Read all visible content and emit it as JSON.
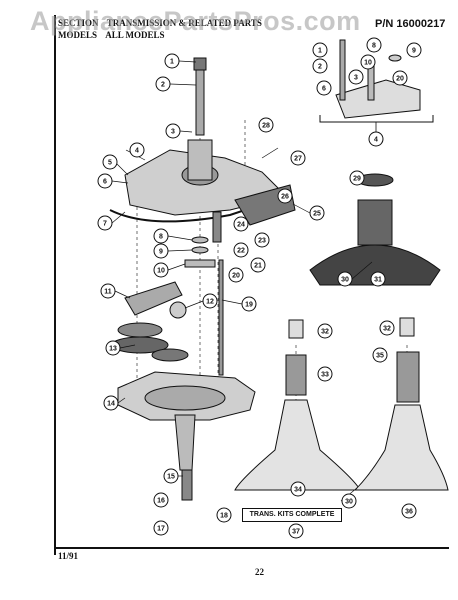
{
  "header": {
    "section_label": "SECTION",
    "section_value": "TRANSMISSION & RELATED PARTS",
    "model_label": "MODELS",
    "model_value": "ALL MODELS",
    "part_number": "P/N 16000217"
  },
  "watermark": "AppliancePartsPros.com",
  "kit_label": "TRANS. KITS COMPLETE",
  "callouts": {
    "c1": "1",
    "c2": "2",
    "c3": "3",
    "c4": "4",
    "c5": "5",
    "c6": "6",
    "c7": "7",
    "c8": "8",
    "c9": "9",
    "c10": "10",
    "c11": "11",
    "c12": "12",
    "c13": "13",
    "c14": "14",
    "c15": "15",
    "c16": "16",
    "c17": "17",
    "c18": "18",
    "c19": "19",
    "c20": "20",
    "c21": "21",
    "c22": "22",
    "c23": "23",
    "c24": "24",
    "c25": "25",
    "c26": "26",
    "c27": "27",
    "c28": "28",
    "c29": "29",
    "c30": "30",
    "c31": "31",
    "c32": "32",
    "c33": "33",
    "c34": "34",
    "c35": "35",
    "c36": "36",
    "c37": "37"
  },
  "footer": {
    "date": "11/91",
    "page": "22"
  }
}
